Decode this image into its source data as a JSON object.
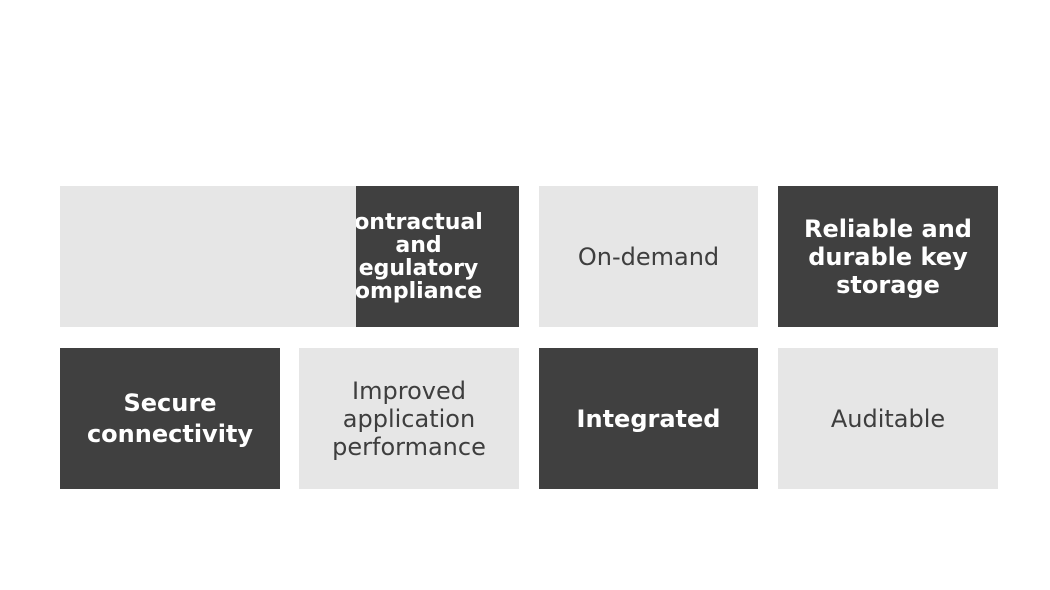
{
  "tiles": {
    "contractual": "ontractual\nand\negulatory\nompliance",
    "on_demand": "On-demand",
    "reliable": "Reliable and\ndurable key\nstorage",
    "secure": "Secure\nconnectivity",
    "improved": "Improved\napplication\nperformance",
    "integrated": "Integrated",
    "auditable": "Auditable"
  },
  "colors": {
    "dark": "#404040",
    "light": "#e6e6e6",
    "dark_text": "#ffffff",
    "light_text": "#3e3e3e"
  }
}
